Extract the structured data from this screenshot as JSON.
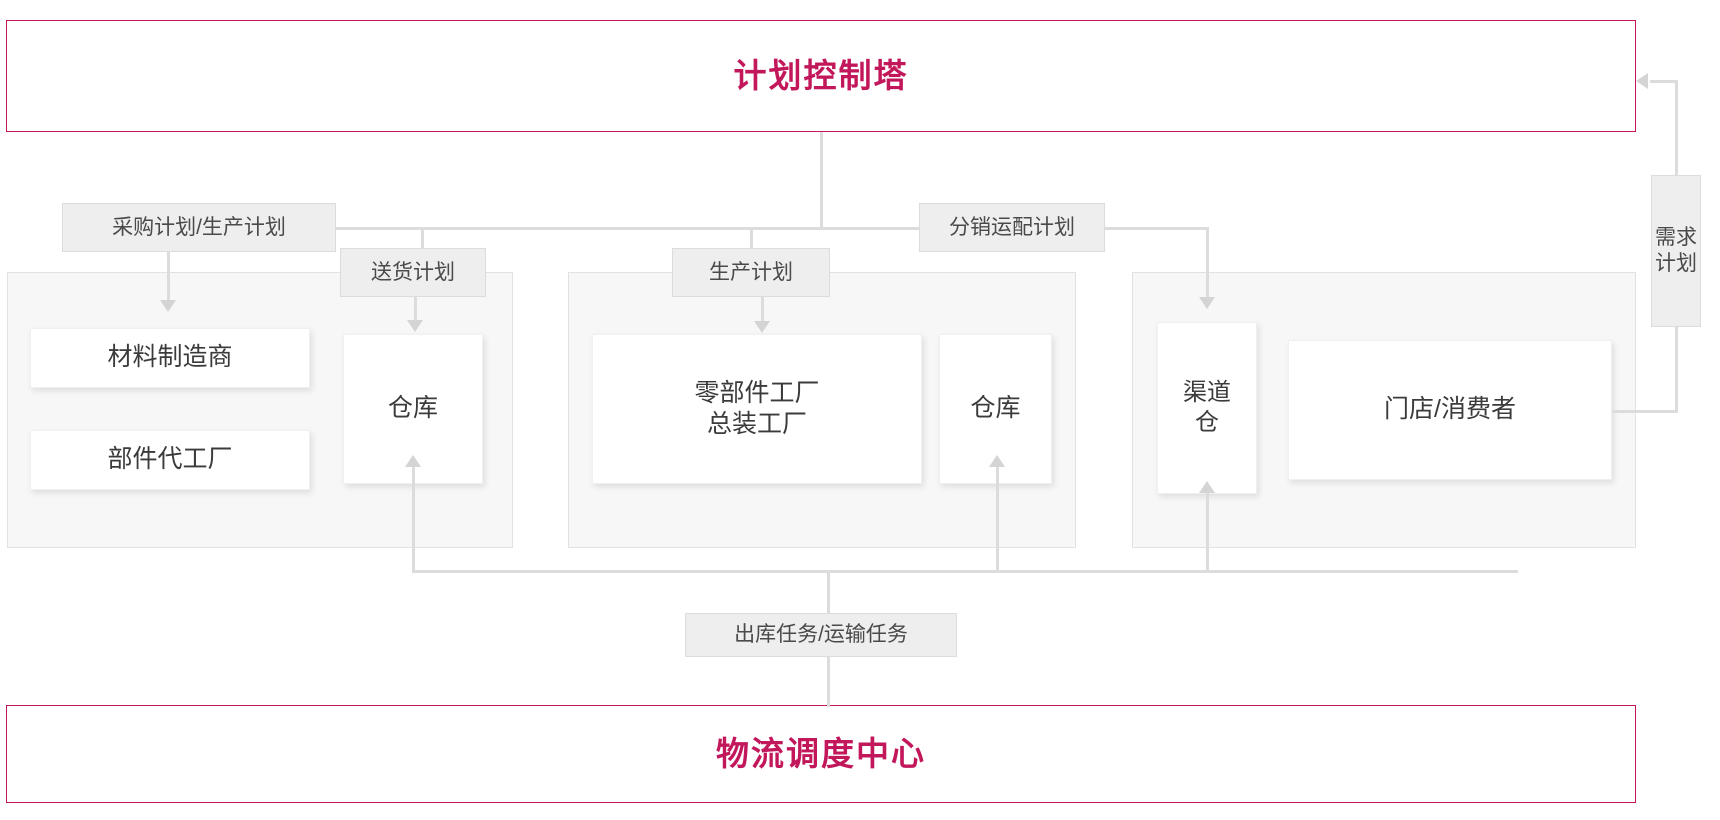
{
  "diagram": {
    "title_top": "计划控制塔",
    "title_bottom": "物流调度中心",
    "accent_color": "#c2185b",
    "line_color": "#dcdcdc",
    "panel_fill": "#f7f7f7",
    "tag_fill": "#eeeeee",
    "card_fill": "#ffffff"
  },
  "top_banner": {
    "label": "计划控制塔"
  },
  "bottom_banner": {
    "label": "物流调度中心"
  },
  "plan_tags": {
    "purchase_production": "采购计划/生产计划",
    "delivery": "送货计划",
    "production": "生产计划",
    "distribution": "分销运配计划",
    "demand": "需求\n计划",
    "outbound_transport": "出库任务/运输任务"
  },
  "groups": [
    {
      "id": "supplier-group",
      "cards": [
        {
          "id": "material-manufacturer",
          "label": "材料制造商"
        },
        {
          "id": "component-oem",
          "label": "部件代工厂"
        }
      ]
    },
    {
      "id": "factory-group",
      "cards": [
        {
          "id": "parts-assembly-plant",
          "label": "零部件工厂\n总装工厂"
        }
      ]
    },
    {
      "id": "channel-group",
      "cards": [
        {
          "id": "store-consumer",
          "label": "门店/消费者"
        }
      ]
    }
  ],
  "warehouses": [
    {
      "id": "inbound-warehouse",
      "label": "仓库"
    },
    {
      "id": "factory-warehouse",
      "label": "仓库"
    },
    {
      "id": "channel-warehouse",
      "label": "渠道\n仓"
    }
  ]
}
